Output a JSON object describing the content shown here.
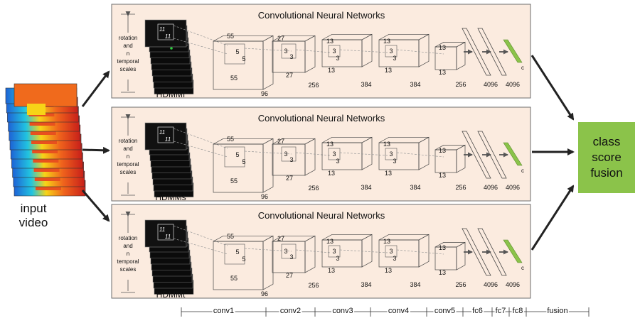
{
  "input": {
    "label_line1": "input",
    "label_line2": "video"
  },
  "fusion": {
    "line1": "class",
    "line2": "score",
    "line3": "fusion",
    "bg_color": "#8bc34a"
  },
  "panel_bg": "#fbebdf",
  "accent_fc8": "#8bc34a",
  "panels": [
    {
      "title": "Convolutional Neural Networks",
      "side_label": [
        "rotation",
        "and",
        "n",
        "temporal",
        "scales"
      ],
      "stack_label": "HDMMf",
      "stack_mark": "11",
      "dims": {
        "c1a": "55",
        "c1b": "5",
        "c1c": "5",
        "c1d": "55",
        "c1e": "96",
        "c2a": "27",
        "c2b": "3",
        "c2c": "3",
        "c2d": "27",
        "c2e": "256",
        "c3a": "13",
        "c3b": "3",
        "c3c": "3",
        "c3d": "13",
        "c3e": "384",
        "c4a": "13",
        "c4b": "3",
        "c4c": "3",
        "c4d": "13",
        "c4e": "384",
        "c5a": "13",
        "c5b": "13",
        "c5e": "256",
        "fc6": "4096",
        "fc7": "4096",
        "fc8": "c"
      }
    },
    {
      "title": "Convolutional Neural Networks",
      "side_label": [
        "rotation",
        "and",
        "n",
        "temporal",
        "scales"
      ],
      "stack_label": "HDMMs",
      "stack_mark": "11",
      "dims": {
        "c1a": "55",
        "c1b": "5",
        "c1c": "5",
        "c1d": "55",
        "c1e": "96",
        "c2a": "27",
        "c2b": "3",
        "c2c": "3",
        "c2d": "27",
        "c2e": "256",
        "c3a": "13",
        "c3b": "3",
        "c3c": "3",
        "c3d": "13",
        "c3e": "384",
        "c4a": "13",
        "c4b": "3",
        "c4c": "3",
        "c4d": "13",
        "c4e": "384",
        "c5a": "13",
        "c5b": "13",
        "c5e": "256",
        "fc6": "4096",
        "fc7": "4096",
        "fc8": "c"
      }
    },
    {
      "title": "Convolutional Neural Networks",
      "side_label": [
        "rotation",
        "and",
        "n",
        "temporal",
        "scales"
      ],
      "stack_label": "HDMMt",
      "stack_mark": "11",
      "dims": {
        "c1a": "55",
        "c1b": "5",
        "c1c": "5",
        "c1d": "55",
        "c1e": "96",
        "c2a": "27",
        "c2b": "3",
        "c2c": "3",
        "c2d": "27",
        "c2e": "256",
        "c3a": "13",
        "c3b": "3",
        "c3c": "3",
        "c3d": "13",
        "c3e": "384",
        "c4a": "13",
        "c4b": "3",
        "c4c": "3",
        "c4d": "13",
        "c4e": "384",
        "c5a": "13",
        "c5b": "13",
        "c5e": "256",
        "fc6": "4096",
        "fc7": "4096",
        "fc8": "c"
      }
    }
  ],
  "stages": [
    "conv1",
    "conv2",
    "conv3",
    "conv4",
    "conv5",
    "fc6",
    "fc7",
    "fc8",
    "fusion"
  ]
}
